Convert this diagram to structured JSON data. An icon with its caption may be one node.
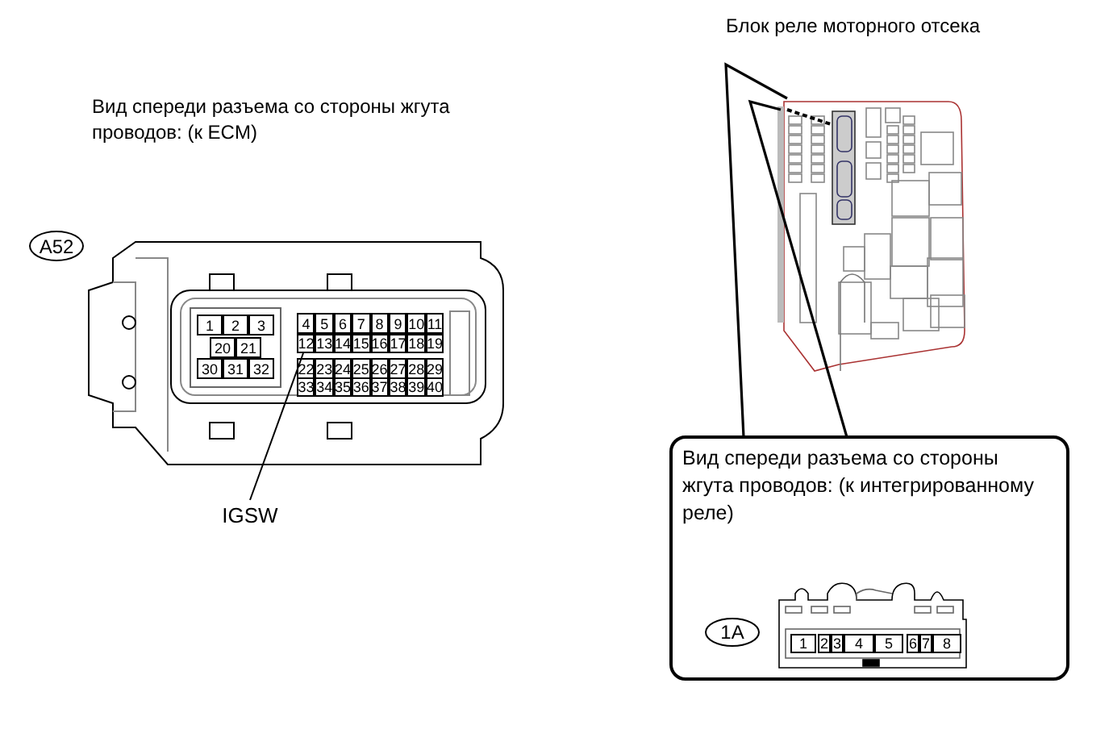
{
  "diagram": {
    "nodes": [
      {
        "text": [
          "A52"
        ]
      },
      {
        "text": [
          "1"
        ]
      },
      {
        "text": [
          "2"
        ]
      },
      {
        "text": [
          "3"
        ]
      },
      {
        "text": [
          "20"
        ]
      },
      {
        "text": [
          "21"
        ]
      },
      {
        "text": [
          "30"
        ]
      },
      {
        "text": [
          "31"
        ]
      },
      {
        "text": [
          "32"
        ]
      },
      {
        "text": [
          "4"
        ]
      },
      {
        "text": [
          "5"
        ]
      },
      {
        "text": [
          "6"
        ]
      },
      {
        "text": [
          "7"
        ]
      },
      {
        "text": [
          "8"
        ]
      },
      {
        "text": [
          "9"
        ]
      },
      {
        "text": [
          "10"
        ]
      },
      {
        "text": [
          "11"
        ]
      },
      {
        "text": [
          "12"
        ]
      },
      {
        "text": [
          "13"
        ]
      },
      {
        "text": [
          "14"
        ]
      },
      {
        "text": [
          "15"
        ]
      },
      {
        "text": [
          "16"
        ]
      },
      {
        "text": [
          "17"
        ]
      },
      {
        "text": [
          "18"
        ]
      },
      {
        "text": [
          "19"
        ]
      },
      {
        "text": [
          "22"
        ]
      },
      {
        "text": [
          "23"
        ]
      },
      {
        "text": [
          "24"
        ]
      },
      {
        "text": [
          "25"
        ]
      },
      {
        "text": [
          "26"
        ]
      },
      {
        "text": [
          "27"
        ]
      },
      {
        "text": [
          "28"
        ]
      },
      {
        "text": [
          "29"
        ]
      },
      {
        "text": [
          "33"
        ]
      },
      {
        "text": [
          "34"
        ]
      },
      {
        "text": [
          "35"
        ]
      },
      {
        "text": [
          "36"
        ]
      },
      {
        "text": [
          "37"
        ]
      },
      {
        "text": [
          "38"
        ]
      },
      {
        "text": [
          "39"
        ]
      },
      {
        "text": [
          "40"
        ]
      },
      {
        "text": [
          "IGSW"
        ]
      },
      {
        "text": [
          "Вид спереди разъема со стороны жгута проводов: (к интегрированному реле)"
        ]
      },
      {
        "text": [
          "1A"
        ],
        "in": 42
      },
      {
        "text": [
          "1"
        ],
        "in": 42
      },
      {
        "text": [
          "2"
        ],
        "in": 42
      },
      {
        "text": [
          "3"
        ],
        "in": 42
      },
      {
        "text": [
          "4"
        ],
        "in": 42
      },
      {
        "text": [
          "5"
        ],
        "in": 42
      },
      {
        "text": [
          "6"
        ],
        "in": 42
      },
      {
        "text": [
          "7"
        ],
        "in": 42
      },
      {
        "text": [
          "8"
        ],
        "in": 42
      }
    ],
    "edges": [
      {
        "from": 41,
        "to": 17,
        "arrow": "none"
      }
    ],
    "labels": [
      "Блок реле моторного отсека",
      "Вид спереди разъема со стороны жгута проводов: (к ECM)"
    ]
  }
}
